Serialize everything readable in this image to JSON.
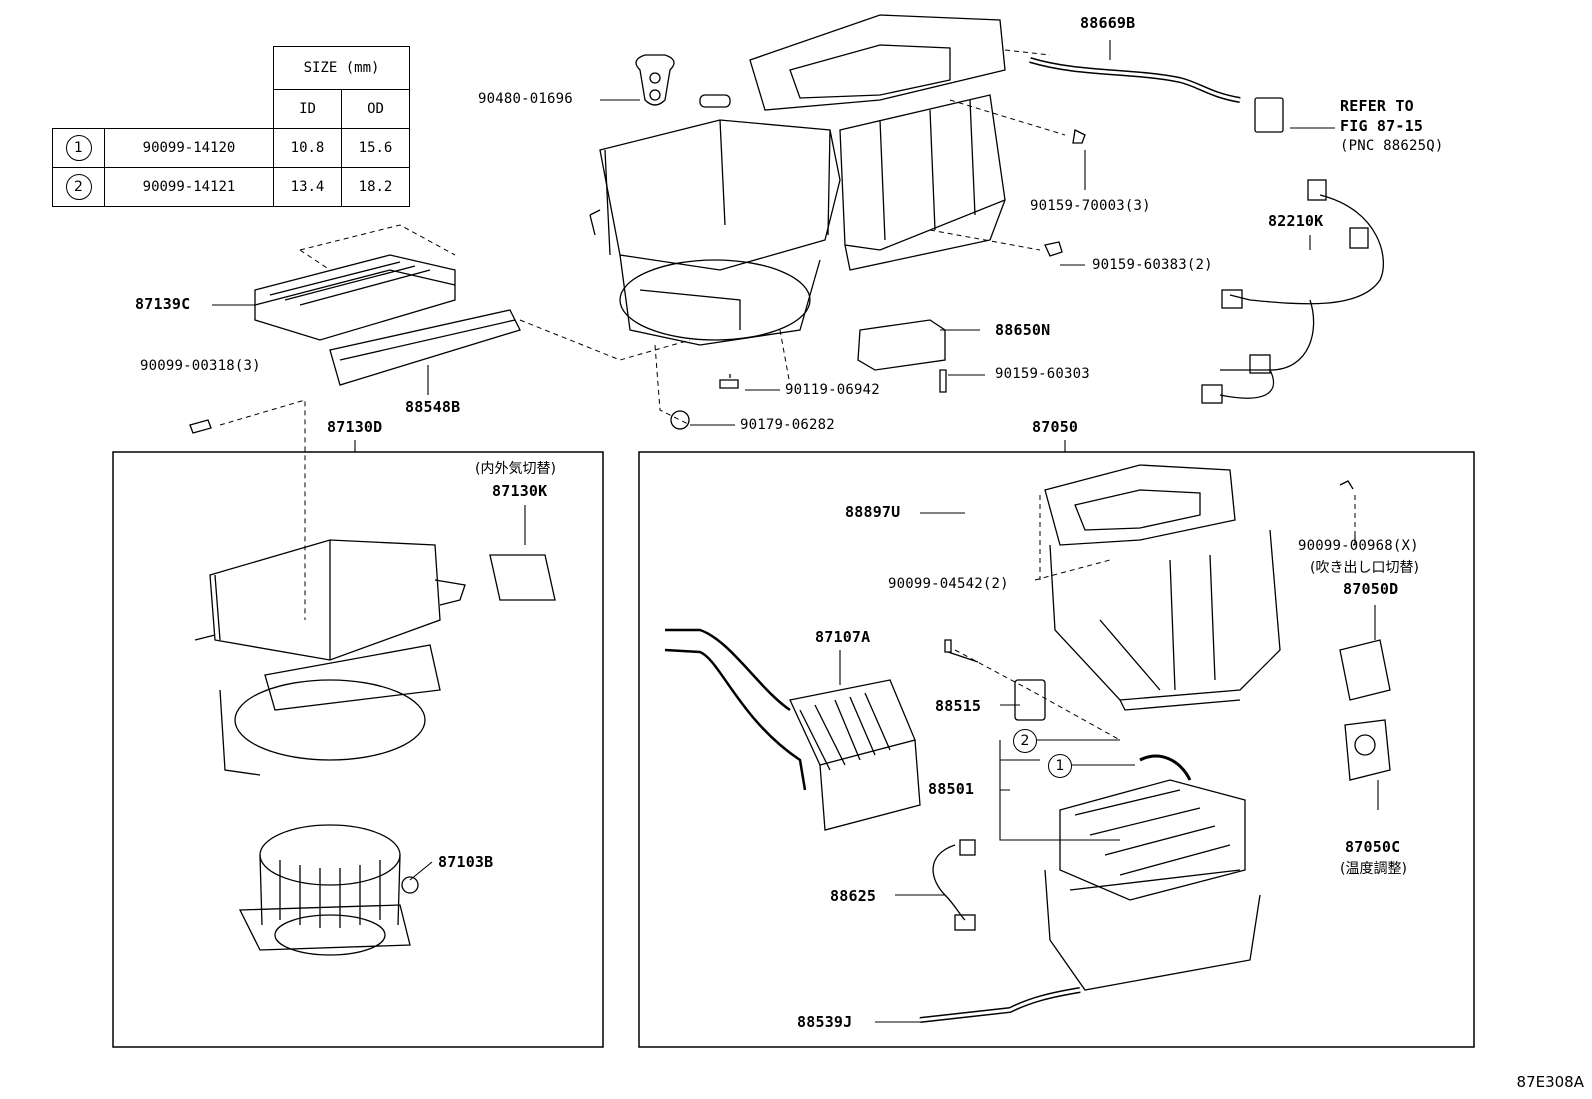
{
  "size_table": {
    "header": "SIZE (mm)",
    "col_id": "ID",
    "col_od": "OD",
    "rows": [
      {
        "mark": "1",
        "part": "90099-14120",
        "id": "10.8",
        "od": "15.6"
      },
      {
        "mark": "2",
        "part": "90099-14121",
        "id": "13.4",
        "od": "18.2"
      }
    ]
  },
  "labels": {
    "p88669B": "88669B",
    "p90480": "90480-01696",
    "refer1": "REFER TO",
    "refer2": "FIG 87-15",
    "refer3": "(PNC 88625Q)",
    "p90159_70003": "90159-70003(3)",
    "p82210K": "82210K",
    "p90159_60383": "90159-60383(2)",
    "p87139C": "87139C",
    "p88650N": "88650N",
    "p90099_00318": "90099-00318(3)",
    "p90119": "90119-06942",
    "p90159_60303": "90159-60303",
    "p88548B": "88548B",
    "p90179": "90179-06282",
    "p87130D": "87130D",
    "p87050": "87050",
    "jp_naigaiki": "(内外気切替)",
    "p87130K": "87130K",
    "p88897U": "88897U",
    "p90099_00968": "90099-00968(X)",
    "jp_fukidashi": "(吹き出し口切替)",
    "p90099_04542": "90099-04542(2)",
    "p87050D": "87050D",
    "p87107A": "87107A",
    "p88515": "88515",
    "mark2": "2",
    "mark1": "1",
    "p88501": "88501",
    "p87103B": "87103B",
    "p87050C": "87050C",
    "jp_ondo": "(温度調整)",
    "p88625": "88625",
    "p88539J": "88539J",
    "code": "87E308A"
  }
}
